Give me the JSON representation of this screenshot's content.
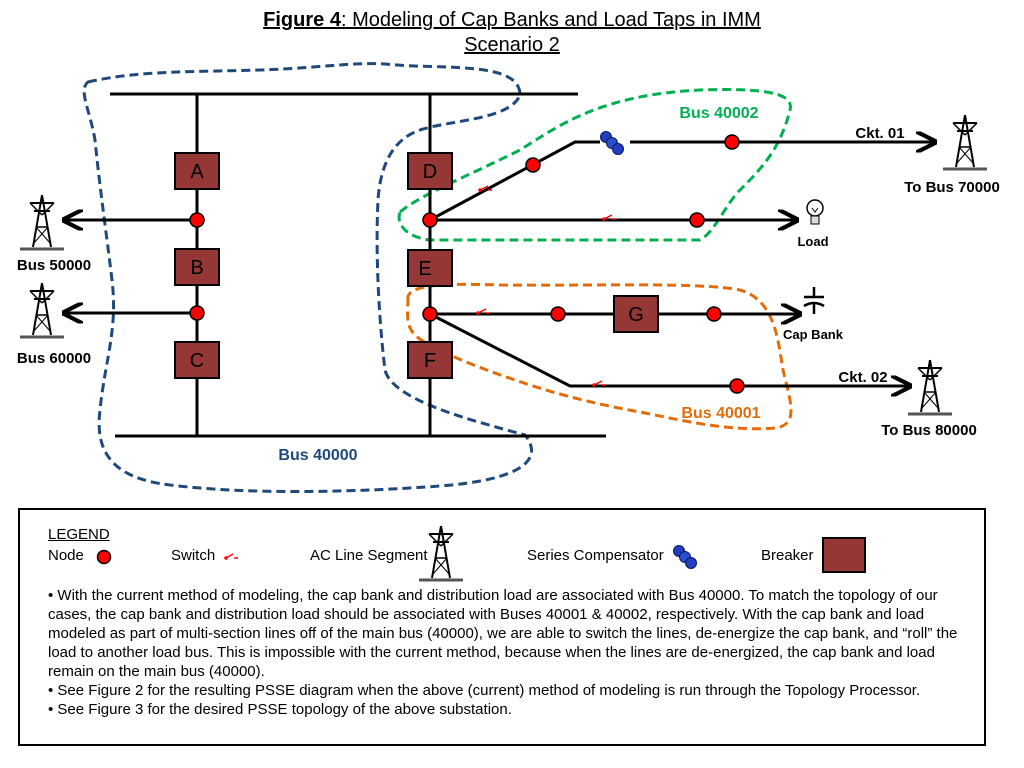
{
  "title": {
    "figure": "Figure 4",
    "rest": ":  Modeling of Cap Banks and Load Taps in IMM",
    "line2": "Scenario 2"
  },
  "buses": {
    "main": "Bus 40000",
    "b40002": "Bus 40002",
    "b40001": "Bus 40001",
    "b50000": "Bus 50000",
    "b60000": "Bus 60000",
    "to70000": "To Bus 70000",
    "to80000": "To Bus 80000"
  },
  "circuits": {
    "ckt01": "Ckt. 01",
    "ckt02": "Ckt. 02"
  },
  "breakers": {
    "A": "A",
    "B": "B",
    "C": "C",
    "D": "D",
    "E": "E",
    "F": "F",
    "G": "G"
  },
  "devices": {
    "load": "Load",
    "cap_bank": "Cap Bank"
  },
  "legend": {
    "heading": "LEGEND",
    "node": "Node",
    "switch": "Switch",
    "ac_line": "AC Line Segment",
    "series_comp": "Series Compensator",
    "breaker": "Breaker",
    "notes": [
      "• With the current method of modeling, the cap bank and distribution load are associated with Bus 40000.  To match the topology of our cases, the cap bank and distribution load should be associated with Buses 40001 & 40002, respectively.  With the cap bank and load modeled as part of multi-section lines off of the main bus (40000), we are able to switch the lines, de-energize the cap bank, and “roll” the load to another load bus.  This is impossible with the current method, because when the lines are de-energized, the cap bank and load remain on the main bus (40000).",
      "• See Figure 2 for the resulting PSSE diagram when the above (current) method of modeling is run through the Topology Processor.",
      "• See Figure 3 for the desired PSSE topology of the above substation."
    ]
  },
  "colors": {
    "breaker_fill": "#953735",
    "node_fill": "#ff0000",
    "bus40000_outline": "#1f497d",
    "bus40002_outline": "#00b050",
    "bus40001_outline": "#e36c09",
    "switch": "#ff0000",
    "series_comp": "#1f3fbf"
  }
}
